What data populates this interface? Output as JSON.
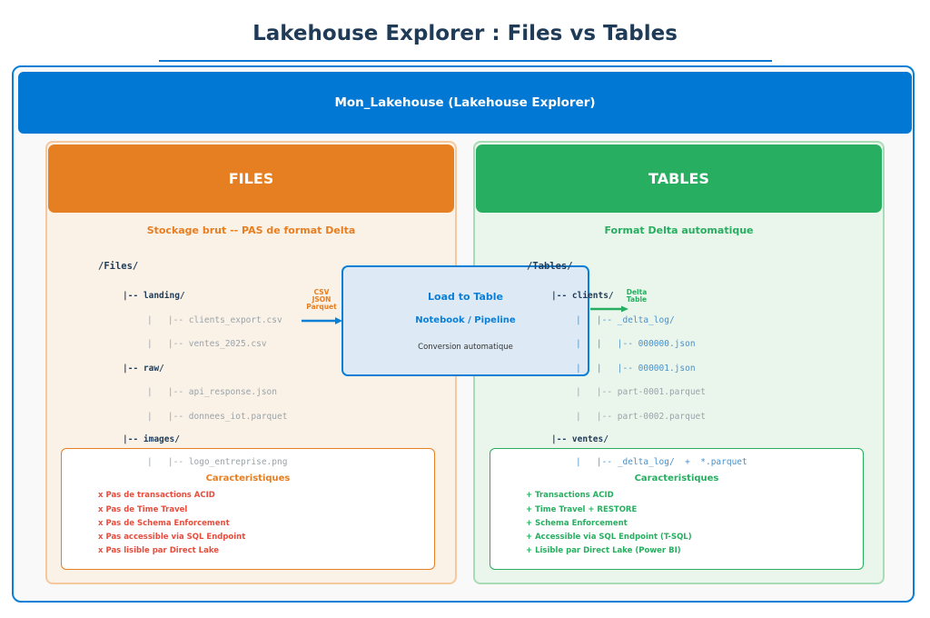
{
  "title": "Lakehouse Explorer : Files vs Tables",
  "banner": "Mon_Lakehouse  (Lakehouse Explorer)",
  "files": {
    "header": "FILES",
    "subtitle": "Stockage brut  --  PAS de format Delta",
    "tree": [
      "/Files/",
      "|-- landing/",
      "|   |-- clients_export.csv",
      "|   |-- ventes_2025.csv",
      "|-- raw/",
      "|   |-- api_response.json",
      "|   |-- donnees_iot.parquet",
      "|-- images/",
      "|   |-- logo_entreprise.png"
    ],
    "char_title": "Caracteristiques",
    "chars": [
      "x  Pas de transactions ACID",
      "x  Pas de Time Travel",
      "x  Pas de Schema Enforcement",
      "x  Pas accessible via SQL Endpoint",
      "x  Pas lisible par Direct Lake"
    ]
  },
  "tables": {
    "header": "TABLES",
    "subtitle": "Format Delta automatique",
    "tree": [
      "/Tables/",
      "|-- clients/",
      "|   |-- _delta_log/",
      "|   |   |-- 000000.json",
      "|   |   |-- 000001.json",
      "|   |-- part-0001.parquet",
      "|   |-- part-0002.parquet",
      "|-- ventes/",
      "|   |-- _delta_log/  +  *.parquet"
    ],
    "char_title": "Caracteristiques",
    "chars": [
      "+  Transactions ACID",
      "+  Time Travel + RESTORE",
      "+  Schema Enforcement",
      "+  Accessible via SQL Endpoint (T-SQL)",
      "+  Lisible par Direct Lake (Power BI)"
    ]
  },
  "center": {
    "title": "Load to Table",
    "subtitle": "Notebook / Pipeline",
    "note": "Conversion automatique"
  },
  "arrow_in": {
    "l1": "CSV",
    "l2": "JSON",
    "l3": "Parquet"
  },
  "arrow_out": {
    "l1": "Delta",
    "l2": "Table"
  },
  "colors": {
    "blue": "#0078d4",
    "orange": "#e67e22",
    "green": "#27ae60",
    "red": "#e74c3c"
  }
}
